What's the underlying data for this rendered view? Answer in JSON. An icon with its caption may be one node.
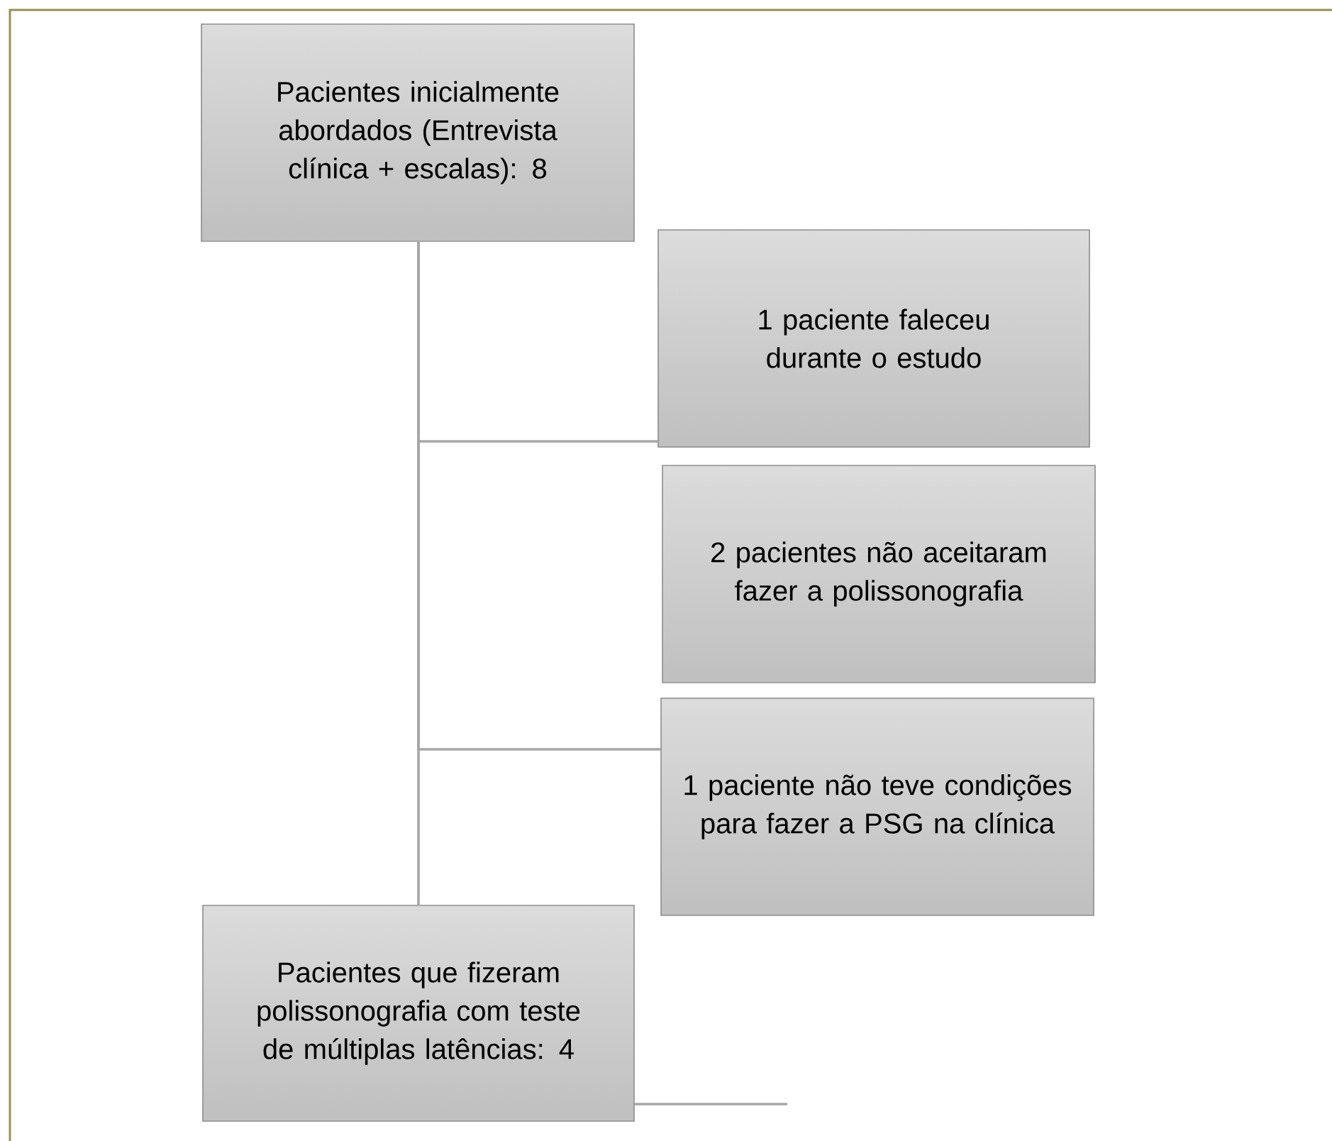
{
  "diagram": {
    "nodes": [
      {
        "text": [
          "Pacientes inicialmente abordados (Entrevista clínica + escalas): 8"
        ]
      },
      {
        "text": [
          "1 paciente faleceu durante o estudo"
        ]
      },
      {
        "text": [
          "2 pacientes não aceitaram fazer a polissonografia"
        ]
      },
      {
        "text": [
          "1 paciente não teve condições para fazer a PSG na clínica"
        ]
      },
      {
        "text": [
          "Pacientes que fizeram polissonografia com teste de múltiplas latências: 4"
        ]
      }
    ],
    "edges": [
      {
        "from": 0,
        "to": 1,
        "arrow": "none"
      },
      {
        "from": 0,
        "to": 3,
        "arrow": "none"
      },
      {
        "from": 0,
        "to": 4,
        "arrow": "none"
      },
      {
        "from": 4,
        "to": null,
        "arrow": "none"
      }
    ]
  }
}
